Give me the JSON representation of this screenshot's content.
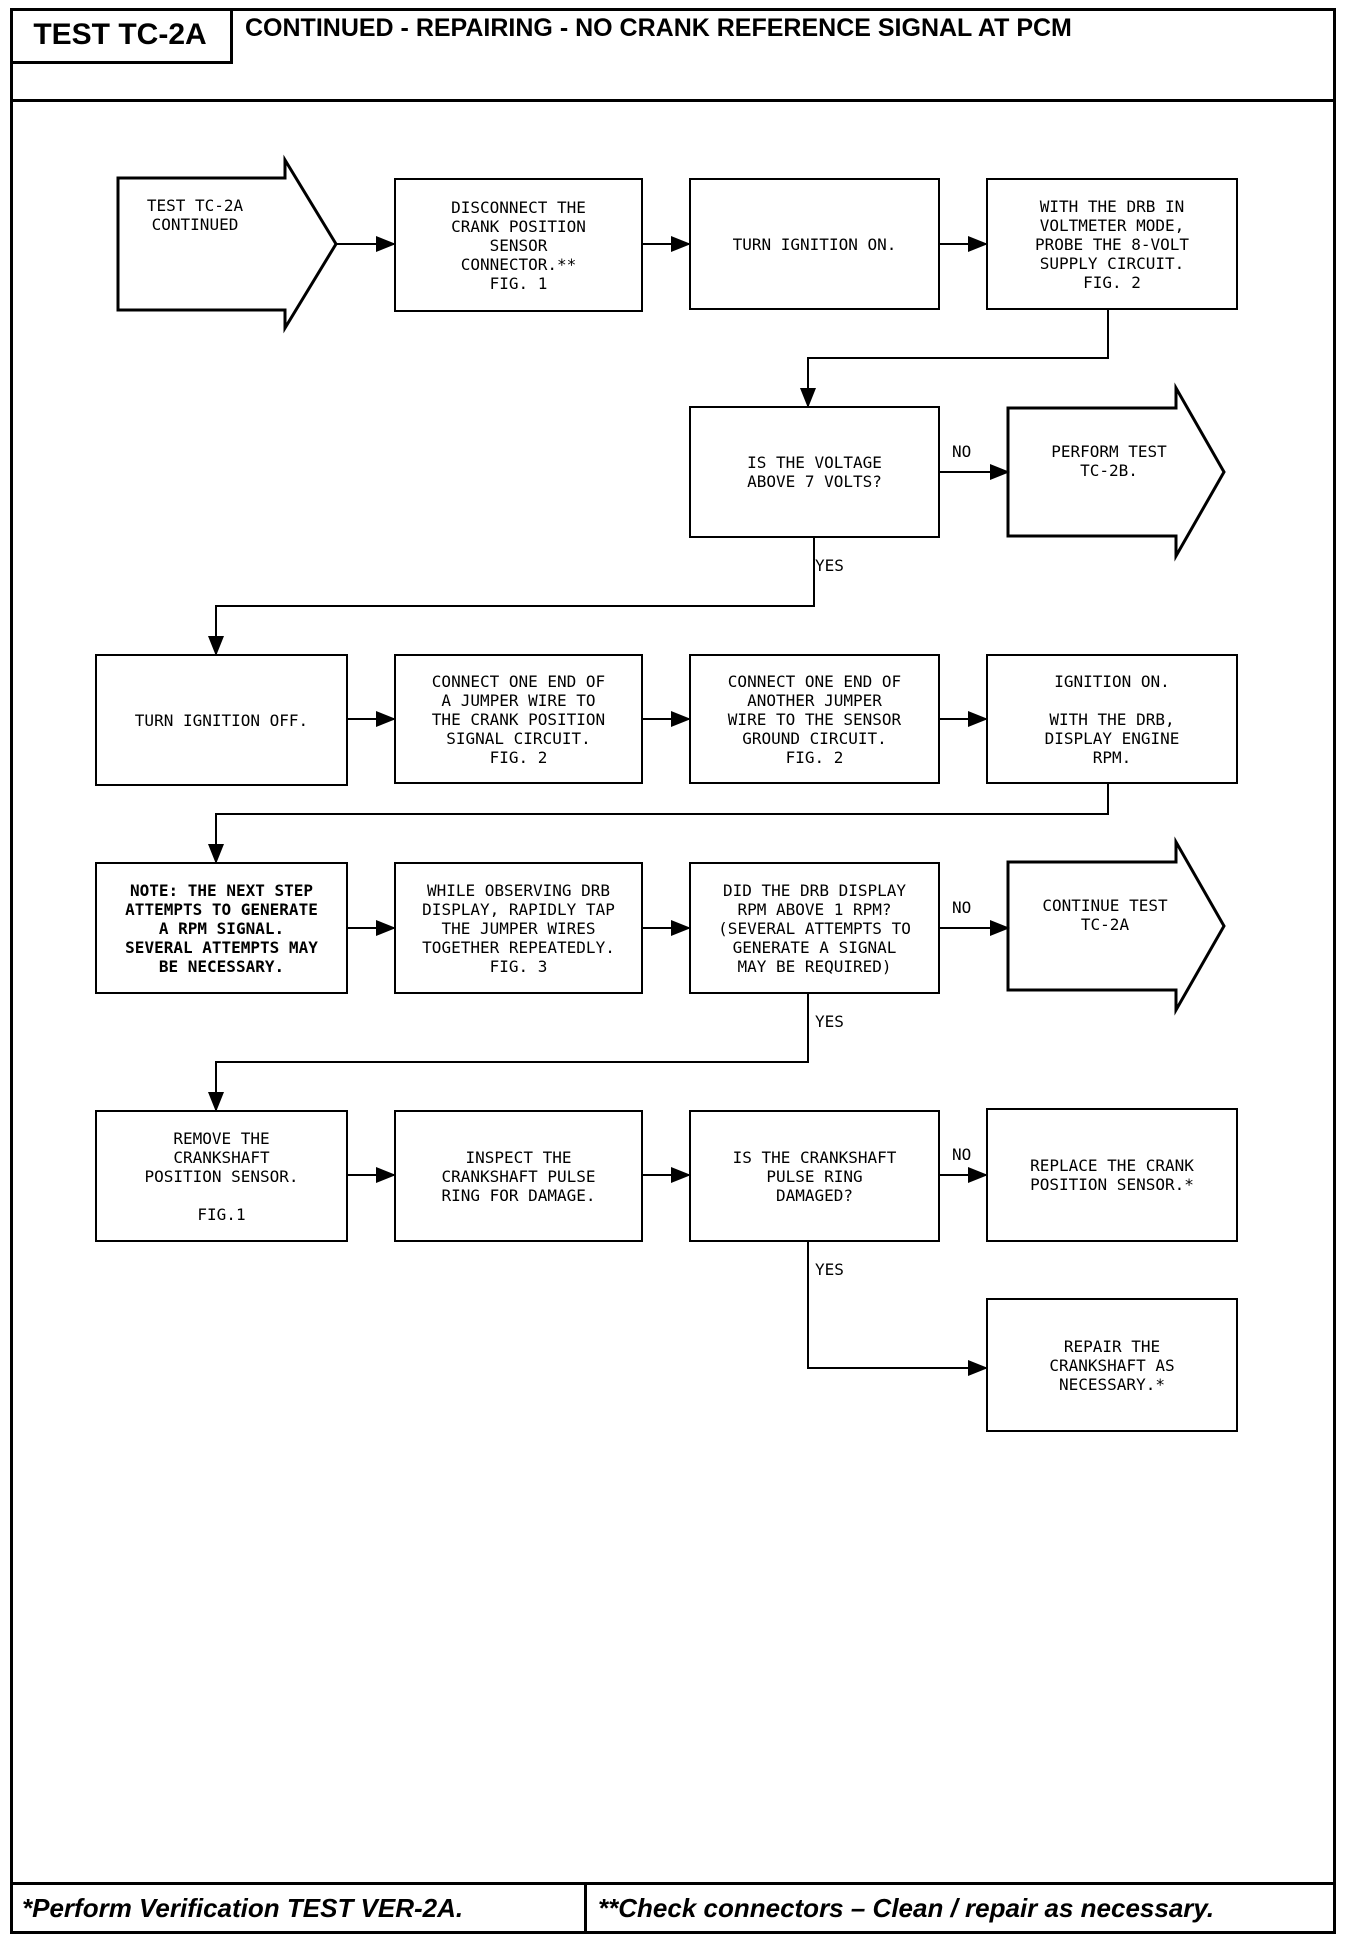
{
  "header": {
    "test_id": "TEST TC-2A",
    "title": "CONTINUED - REPAIRING - NO CRANK REFERENCE SIGNAL AT PCM"
  },
  "footer": {
    "left": "*Perform Verification TEST VER-2A.",
    "right": "**Check connectors – Clean / repair as necessary."
  },
  "steps": {
    "start": "TEST TC-2A\nCONTINUED",
    "disconnect": "DISCONNECT THE\nCRANK POSITION\nSENSOR\nCONNECTOR.**\nFIG. 1",
    "ign_on": "TURN IGNITION ON.",
    "voltmeter": "WITH THE DRB IN\nVOLTMETER MODE,\nPROBE THE 8-VOLT\nSUPPLY CIRCUIT.\nFIG. 2",
    "voltage_q": "IS THE VOLTAGE\nABOVE 7 VOLTS?",
    "tc2b": "PERFORM TEST\nTC-2B.",
    "ign_off": "TURN IGNITION OFF.",
    "jumper1": "CONNECT ONE END OF\nA JUMPER WIRE TO\nTHE CRANK POSITION\nSIGNAL CIRCUIT.\nFIG. 2",
    "jumper2": "CONNECT ONE END OF\nANOTHER JUMPER\nWIRE TO THE SENSOR\nGROUND CIRCUIT.\nFIG. 2",
    "ign_on2": "IGNITION ON.\n\nWITH THE DRB,\nDISPLAY ENGINE\nRPM.",
    "note": "NOTE: THE NEXT STEP\nATTEMPTS TO GENERATE\nA RPM SIGNAL.\nSEVERAL ATTEMPTS MAY\nBE NECESSARY.",
    "tap": "WHILE OBSERVING DRB\nDISPLAY, RAPIDLY TAP\nTHE JUMPER WIRES\nTOGETHER REPEATEDLY.\nFIG. 3",
    "rpm_q": "DID THE DRB DISPLAY\nRPM ABOVE 1 RPM?\n(SEVERAL ATTEMPTS TO\nGENERATE A SIGNAL\nMAY BE REQUIRED)",
    "continue": "CONTINUE TEST\nTC-2A",
    "remove": "REMOVE THE\nCRANKSHAFT\nPOSITION SENSOR.\n\nFIG.1",
    "inspect": "INSPECT THE\nCRANKSHAFT PULSE\nRING FOR DAMAGE.",
    "ring_q": "IS THE CRANKSHAFT\nPULSE RING\nDAMAGED?",
    "replace": "REPLACE THE CRANK\nPOSITION SENSOR.*",
    "repair": "REPAIR THE\nCRANKSHAFT AS\nNECESSARY.*"
  },
  "labels": {
    "no1": "NO",
    "yes1": "YES",
    "no2": "NO",
    "yes2": "YES",
    "no3": "NO",
    "yes3": "YES"
  }
}
